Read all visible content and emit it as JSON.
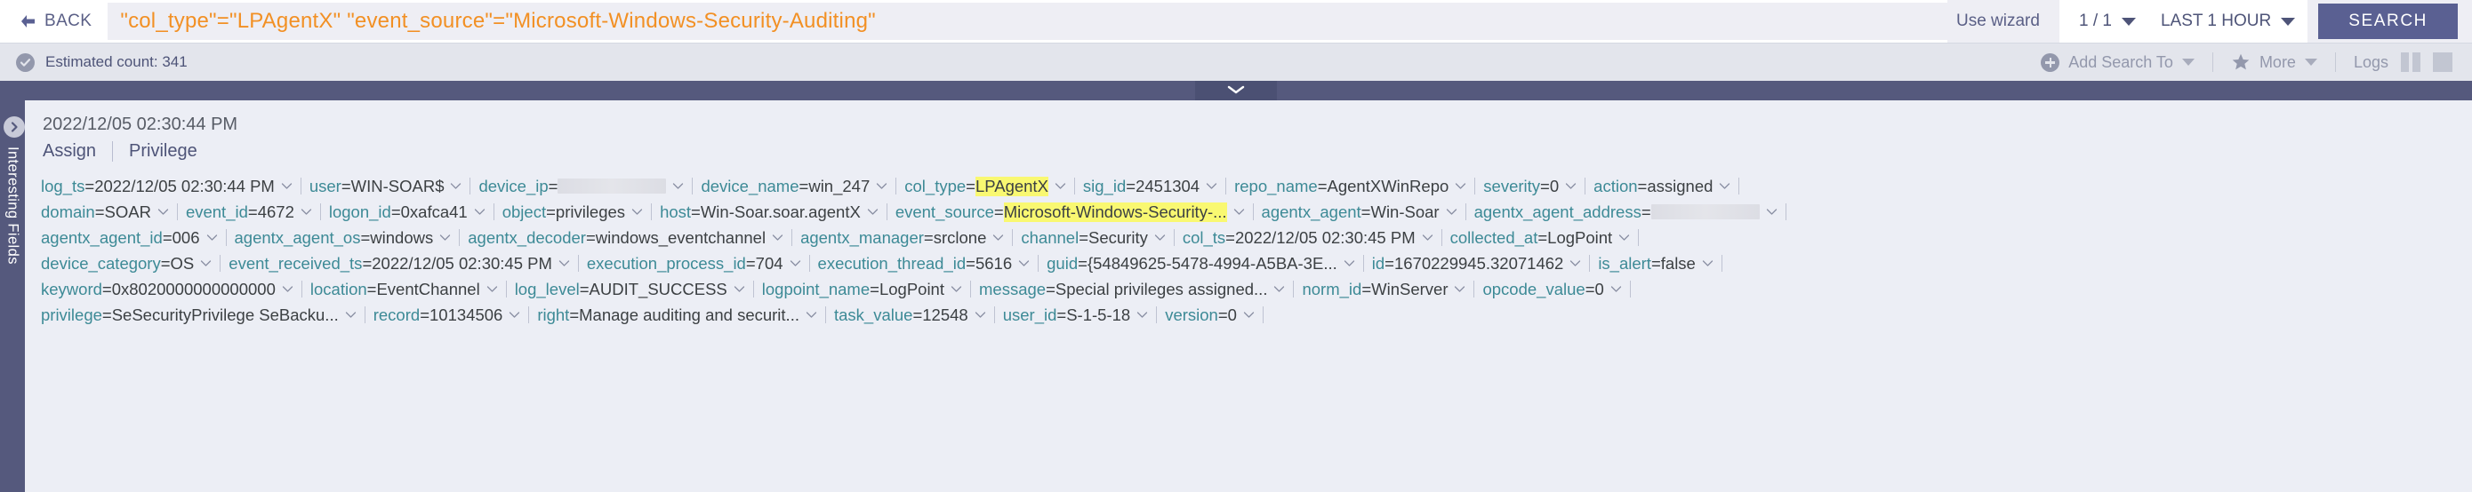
{
  "search_bar": {
    "back_label": "BACK",
    "query": "\"col_type\"=\"LPAgentX\" \"event_source\"=\"Microsoft-Windows-Security-Auditing\"",
    "use_wizard_label": "Use wizard",
    "pager_label": "1 / 1",
    "time_range_label": "LAST 1 HOUR",
    "search_button_label": "SEARCH",
    "accent_color": "#5a6092",
    "query_color": "#f29024"
  },
  "toolbar": {
    "estimated_count_label": "Estimated count: 341",
    "add_search_to_label": "Add Search To",
    "more_label": "More",
    "logs_label": "Logs"
  },
  "sidebar": {
    "label": "Interesting Fields"
  },
  "event": {
    "timestamp": "2022/12/05 02:30:44 PM",
    "tags": [
      "Assign",
      "Privilege"
    ],
    "rows": [
      [
        {
          "key": "log_ts",
          "value": "2022/12/05 02:30:44 PM"
        },
        {
          "key": "user",
          "value": "WIN-SOAR$"
        },
        {
          "key": "device_ip",
          "value": "",
          "redacted": true
        },
        {
          "key": "device_name",
          "value": "win_247"
        },
        {
          "key": "col_type",
          "value": "LPAgentX",
          "highlight": true
        },
        {
          "key": "sig_id",
          "value": "2451304"
        },
        {
          "key": "repo_name",
          "value": "AgentXWinRepo"
        },
        {
          "key": "severity",
          "value": "0"
        },
        {
          "key": "action",
          "value": "assigned"
        }
      ],
      [
        {
          "key": "domain",
          "value": "SOAR"
        },
        {
          "key": "event_id",
          "value": "4672"
        },
        {
          "key": "logon_id",
          "value": "0xafca41"
        },
        {
          "key": "object",
          "value": "privileges"
        },
        {
          "key": "host",
          "value": "Win-Soar.soar.agentX"
        },
        {
          "key": "event_source",
          "value": "Microsoft-Windows-Security-...",
          "highlight": true
        },
        {
          "key": "agentx_agent",
          "value": "Win-Soar"
        },
        {
          "key": "agentx_agent_address",
          "value": "",
          "redacted": true
        }
      ],
      [
        {
          "key": "agentx_agent_id",
          "value": "006"
        },
        {
          "key": "agentx_agent_os",
          "value": "windows"
        },
        {
          "key": "agentx_decoder",
          "value": "windows_eventchannel"
        },
        {
          "key": "agentx_manager",
          "value": "srclone"
        },
        {
          "key": "channel",
          "value": "Security"
        },
        {
          "key": "col_ts",
          "value": "2022/12/05 02:30:45 PM"
        },
        {
          "key": "collected_at",
          "value": "LogPoint"
        }
      ],
      [
        {
          "key": "device_category",
          "value": "OS"
        },
        {
          "key": "event_received_ts",
          "value": "2022/12/05 02:30:45 PM"
        },
        {
          "key": "execution_process_id",
          "value": "704"
        },
        {
          "key": "execution_thread_id",
          "value": "5616"
        },
        {
          "key": "guid",
          "value": "{54849625-5478-4994-A5BA-3E..."
        },
        {
          "key": "id",
          "value": "1670229945.32071462"
        },
        {
          "key": "is_alert",
          "value": "false"
        }
      ],
      [
        {
          "key": "keyword",
          "value": "0x8020000000000000"
        },
        {
          "key": "location",
          "value": "EventChannel"
        },
        {
          "key": "log_level",
          "value": "AUDIT_SUCCESS"
        },
        {
          "key": "logpoint_name",
          "value": "LogPoint"
        },
        {
          "key": "message",
          "value": "Special privileges assigned..."
        },
        {
          "key": "norm_id",
          "value": "WinServer"
        },
        {
          "key": "opcode_value",
          "value": "0"
        }
      ],
      [
        {
          "key": "privilege",
          "value": "SeSecurityPrivilege SeBacku..."
        },
        {
          "key": "record",
          "value": "10134506"
        },
        {
          "key": "right",
          "value": "Manage auditing and securit..."
        },
        {
          "key": "task_value",
          "value": "12548"
        },
        {
          "key": "user_id",
          "value": "S-1-5-18"
        },
        {
          "key": "version",
          "value": "0"
        }
      ]
    ]
  }
}
